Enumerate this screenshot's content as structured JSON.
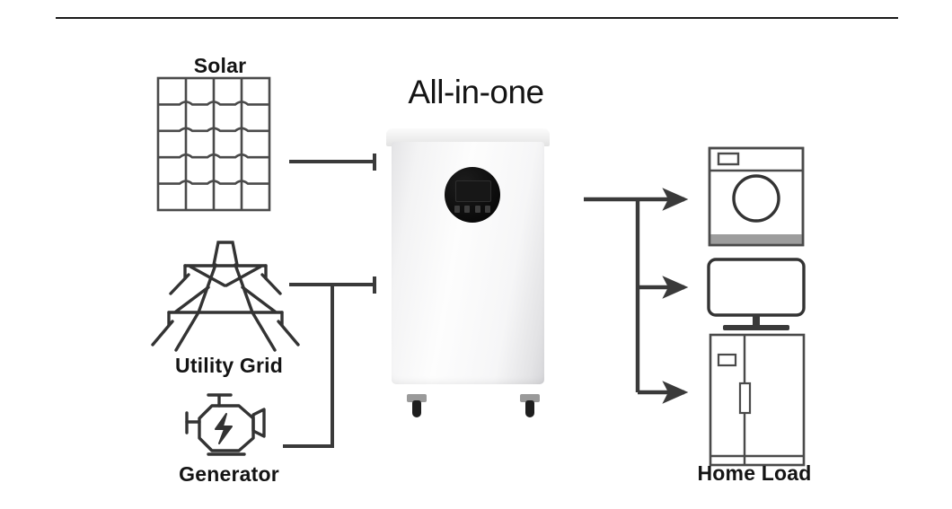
{
  "diagram": {
    "title": "All-in-one",
    "line_color": "#3a3a3a",
    "text_color": "#141414",
    "background": "#ffffff",
    "top_rule_color": "#1a1a1a"
  },
  "sources": [
    {
      "id": "solar",
      "label": "Solar",
      "icon": "solar-panel-icon"
    },
    {
      "id": "utility-grid",
      "label": "Utility Grid",
      "icon": "transmission-tower-icon"
    },
    {
      "id": "generator",
      "label": "Generator",
      "icon": "generator-engine-icon"
    }
  ],
  "central_unit": {
    "title": "All-in-one",
    "icon": "all-in-one-cabinet",
    "display": {
      "icon": "circular-display-panel",
      "screen_icon": "lcd-screen",
      "button_count": 4
    },
    "casters": 2
  },
  "loads": {
    "label": "Home Load",
    "appliances": [
      {
        "id": "washing-machine",
        "icon": "washing-machine-icon"
      },
      {
        "id": "television",
        "icon": "television-icon"
      },
      {
        "id": "refrigerator",
        "icon": "refrigerator-icon"
      }
    ]
  },
  "connections": {
    "solar_to_unit": "solar-input-line",
    "grid_to_unit": "grid-input-line",
    "generator_to_unit": "generator-input-line",
    "unit_to_washing_machine": "output-arrow-washing-machine",
    "unit_to_television": "output-arrow-television",
    "unit_to_refrigerator": "output-arrow-refrigerator"
  }
}
